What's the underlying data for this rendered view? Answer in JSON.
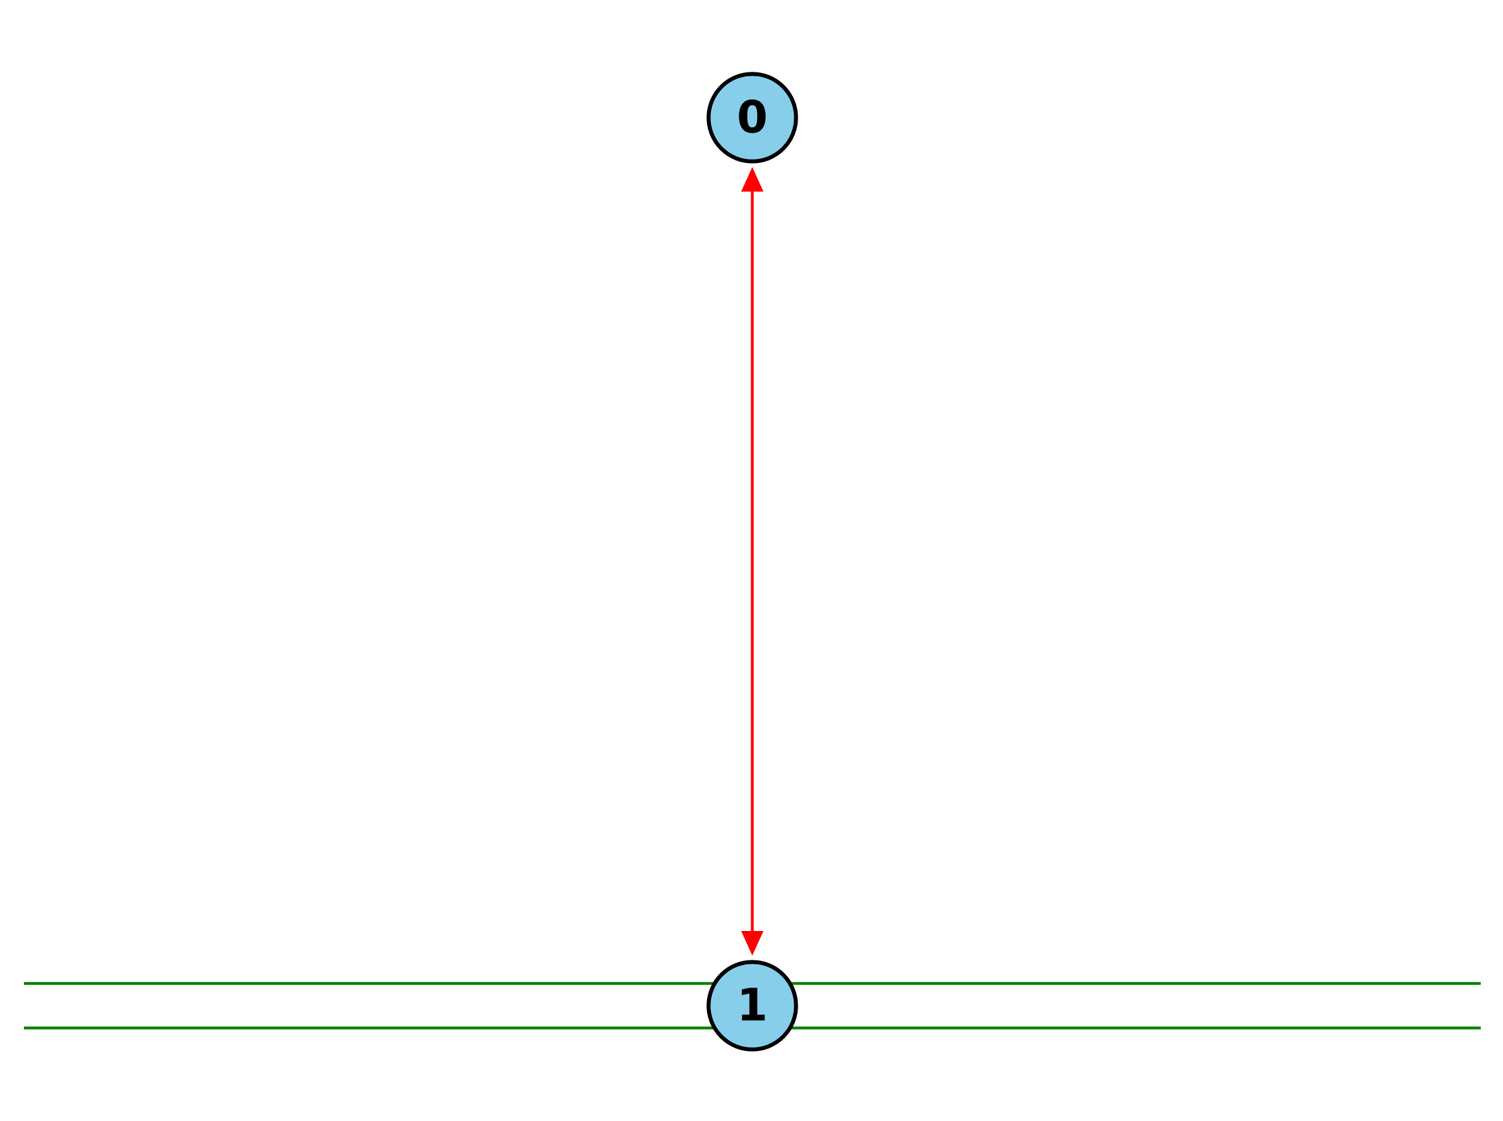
{
  "colors": {
    "node_fill": "#87ceeb",
    "node_stroke": "#000000",
    "edge": "#ff0000",
    "boundary": "#008000",
    "background": "#ffffff"
  },
  "nodes": [
    {
      "id": "0",
      "label": "0"
    },
    {
      "id": "1",
      "label": "1"
    }
  ],
  "edges": [
    {
      "from": "0",
      "to": "1",
      "directed": "both"
    }
  ],
  "boundary_lines": {
    "count": 2,
    "color_name": "green"
  }
}
